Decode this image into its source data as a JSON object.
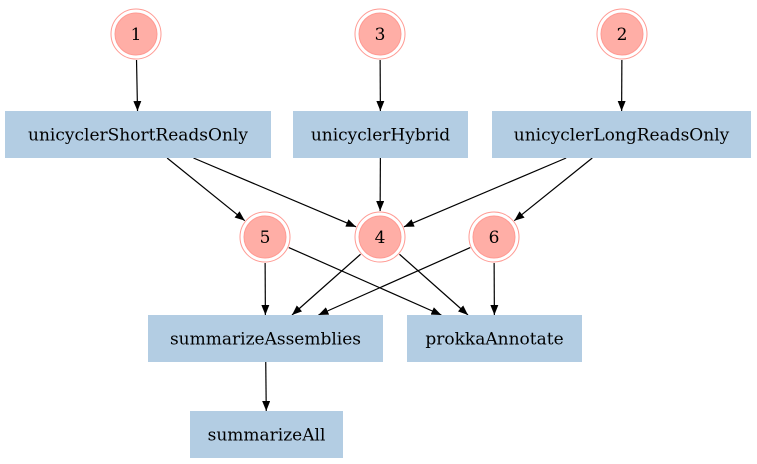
{
  "graph": {
    "colors": {
      "node_fill": "#ffaea6",
      "node_ring": "#ff9a93",
      "task_fill": "#b3cde3",
      "edge": "#000000",
      "text": "#000000"
    },
    "nodes": [
      {
        "id": "n1",
        "label": "1",
        "kind": "circle"
      },
      {
        "id": "n3",
        "label": "3",
        "kind": "circle"
      },
      {
        "id": "n2",
        "label": "2",
        "kind": "circle"
      },
      {
        "id": "t_short",
        "label": "unicyclerShortReadsOnly",
        "kind": "task"
      },
      {
        "id": "t_hybrid",
        "label": "unicyclerHybrid",
        "kind": "task"
      },
      {
        "id": "t_long",
        "label": "unicyclerLongReadsOnly",
        "kind": "task"
      },
      {
        "id": "n5",
        "label": "5",
        "kind": "circle"
      },
      {
        "id": "n4",
        "label": "4",
        "kind": "circle"
      },
      {
        "id": "n6",
        "label": "6",
        "kind": "circle"
      },
      {
        "id": "t_summ",
        "label": "summarizeAssemblies",
        "kind": "task"
      },
      {
        "id": "t_prokka",
        "label": "prokkaAnnotate",
        "kind": "task"
      },
      {
        "id": "t_all",
        "label": "summarizeAll",
        "kind": "task"
      }
    ],
    "edges": [
      [
        "n1",
        "t_short"
      ],
      [
        "n3",
        "t_hybrid"
      ],
      [
        "n2",
        "t_long"
      ],
      [
        "t_short",
        "n5"
      ],
      [
        "t_short",
        "n4"
      ],
      [
        "t_hybrid",
        "n4"
      ],
      [
        "t_long",
        "n4"
      ],
      [
        "t_long",
        "n6"
      ],
      [
        "n5",
        "t_summ"
      ],
      [
        "n5",
        "t_prokka"
      ],
      [
        "n4",
        "t_summ"
      ],
      [
        "n4",
        "t_prokka"
      ],
      [
        "n6",
        "t_summ"
      ],
      [
        "n6",
        "t_prokka"
      ],
      [
        "t_summ",
        "t_all"
      ]
    ]
  }
}
